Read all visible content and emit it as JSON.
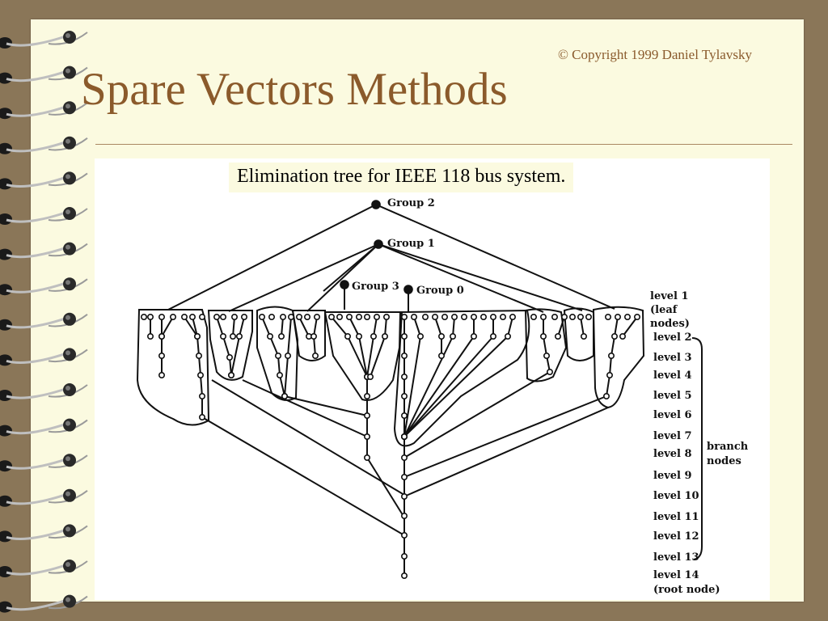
{
  "slide": {
    "copyright": "© Copyright 1999 Daniel Tylavsky",
    "title": "Spare Vectors Methods",
    "caption": "Elimination tree for IEEE 118 bus system."
  },
  "diagram": {
    "groups": [
      "Group 2",
      "Group 1",
      "Group 3",
      "Group 0"
    ],
    "levels": {
      "level1": "level 1",
      "level1_note1": "(leaf",
      "level1_note2": "nodes)",
      "level2": "level 2",
      "level3": "level 3",
      "level4": "level 4",
      "level5": "level 5",
      "level6": "level 6",
      "level7": "level 7",
      "level8": "level 8",
      "level9": "level 9",
      "level10": "level 10",
      "level11": "level 11",
      "level12": "level 12",
      "level13": "level 13",
      "level14": "level 14",
      "level14_note": "(root node)"
    },
    "branch_label_1": "branch",
    "branch_label_2": "nodes"
  },
  "colors": {
    "background": "#8a7658",
    "slide": "#fbfae0",
    "title": "#8b5a2b"
  },
  "icons": [
    "spiral-binding-ring"
  ]
}
